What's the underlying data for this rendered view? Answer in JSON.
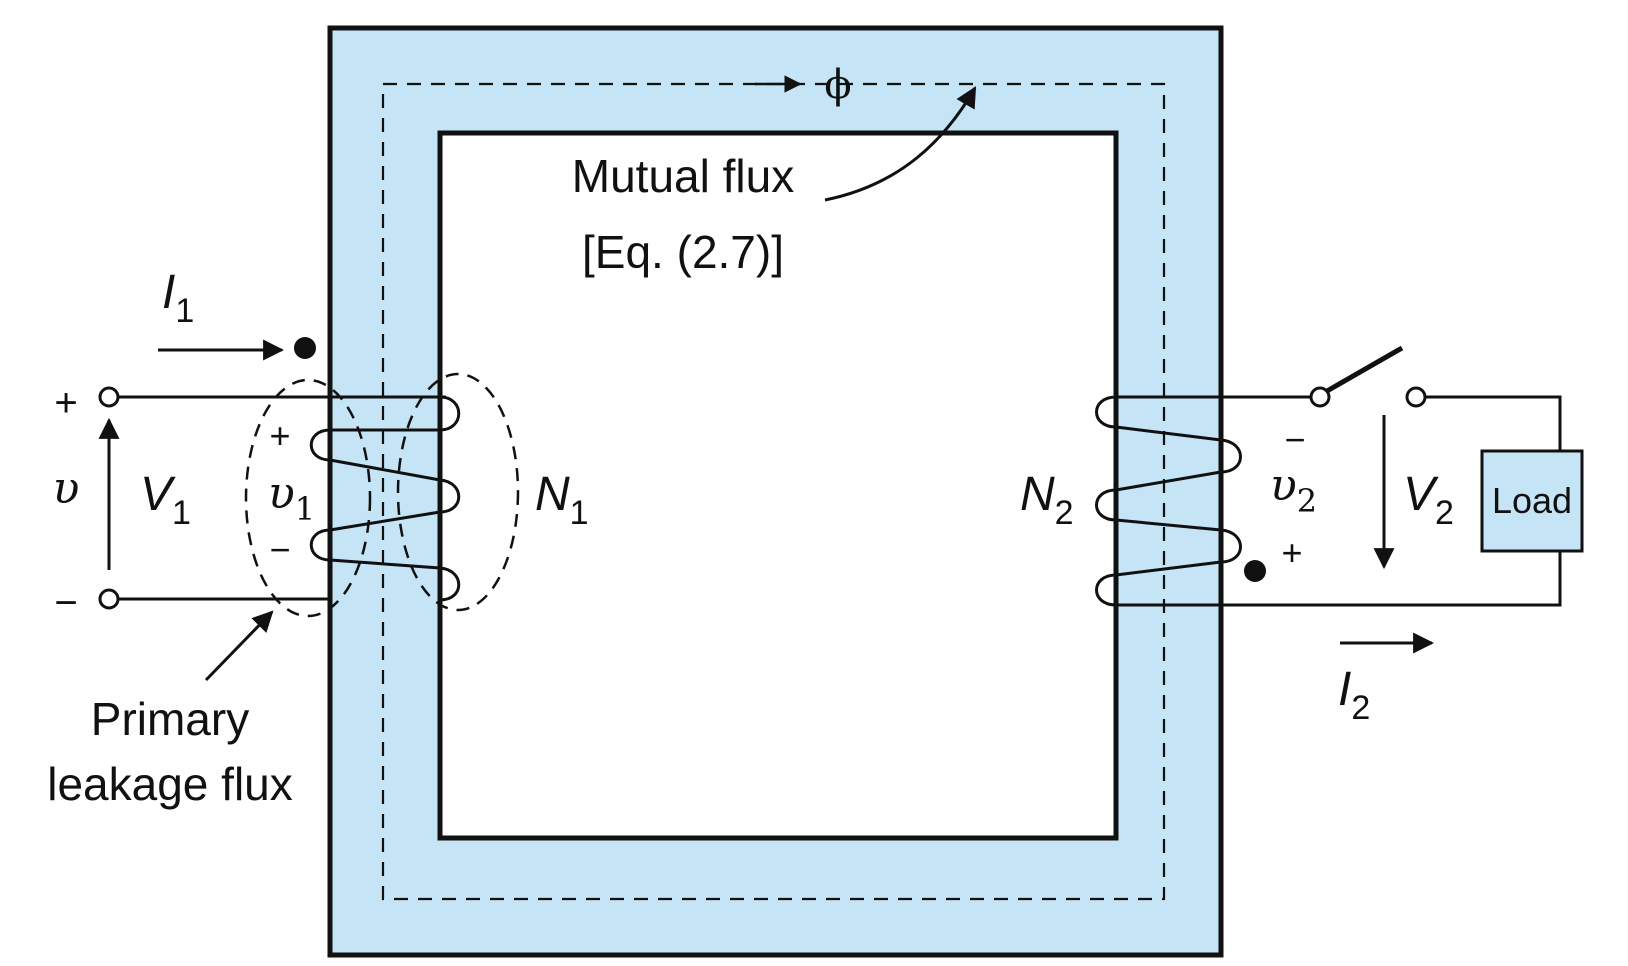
{
  "colors": {
    "core_fill": "#c5e4f5",
    "stroke": "#111111",
    "load_fill": "#c5e4f5",
    "background": "#ffffff"
  },
  "labels": {
    "phi": "ϕ",
    "mutual_flux": "Mutual flux",
    "equation_ref": "[Eq. (2.7)]",
    "primary_leakage_line1": "Primary",
    "primary_leakage_line2": "leakage flux",
    "i1": "I",
    "i1_sub": "1",
    "i2": "I",
    "i2_sub": "2",
    "v_source": "υ",
    "v1_cap": "V",
    "v1_cap_sub": "1",
    "v1_small": "υ",
    "v1_small_sub": "1",
    "n1": "N",
    "n1_sub": "1",
    "n2": "N",
    "n2_sub": "2",
    "v2_small": "υ",
    "v2_small_sub": "2",
    "v2_cap": "V",
    "v2_cap_sub": "2",
    "load": "Load",
    "plus": "+",
    "minus": "−"
  }
}
